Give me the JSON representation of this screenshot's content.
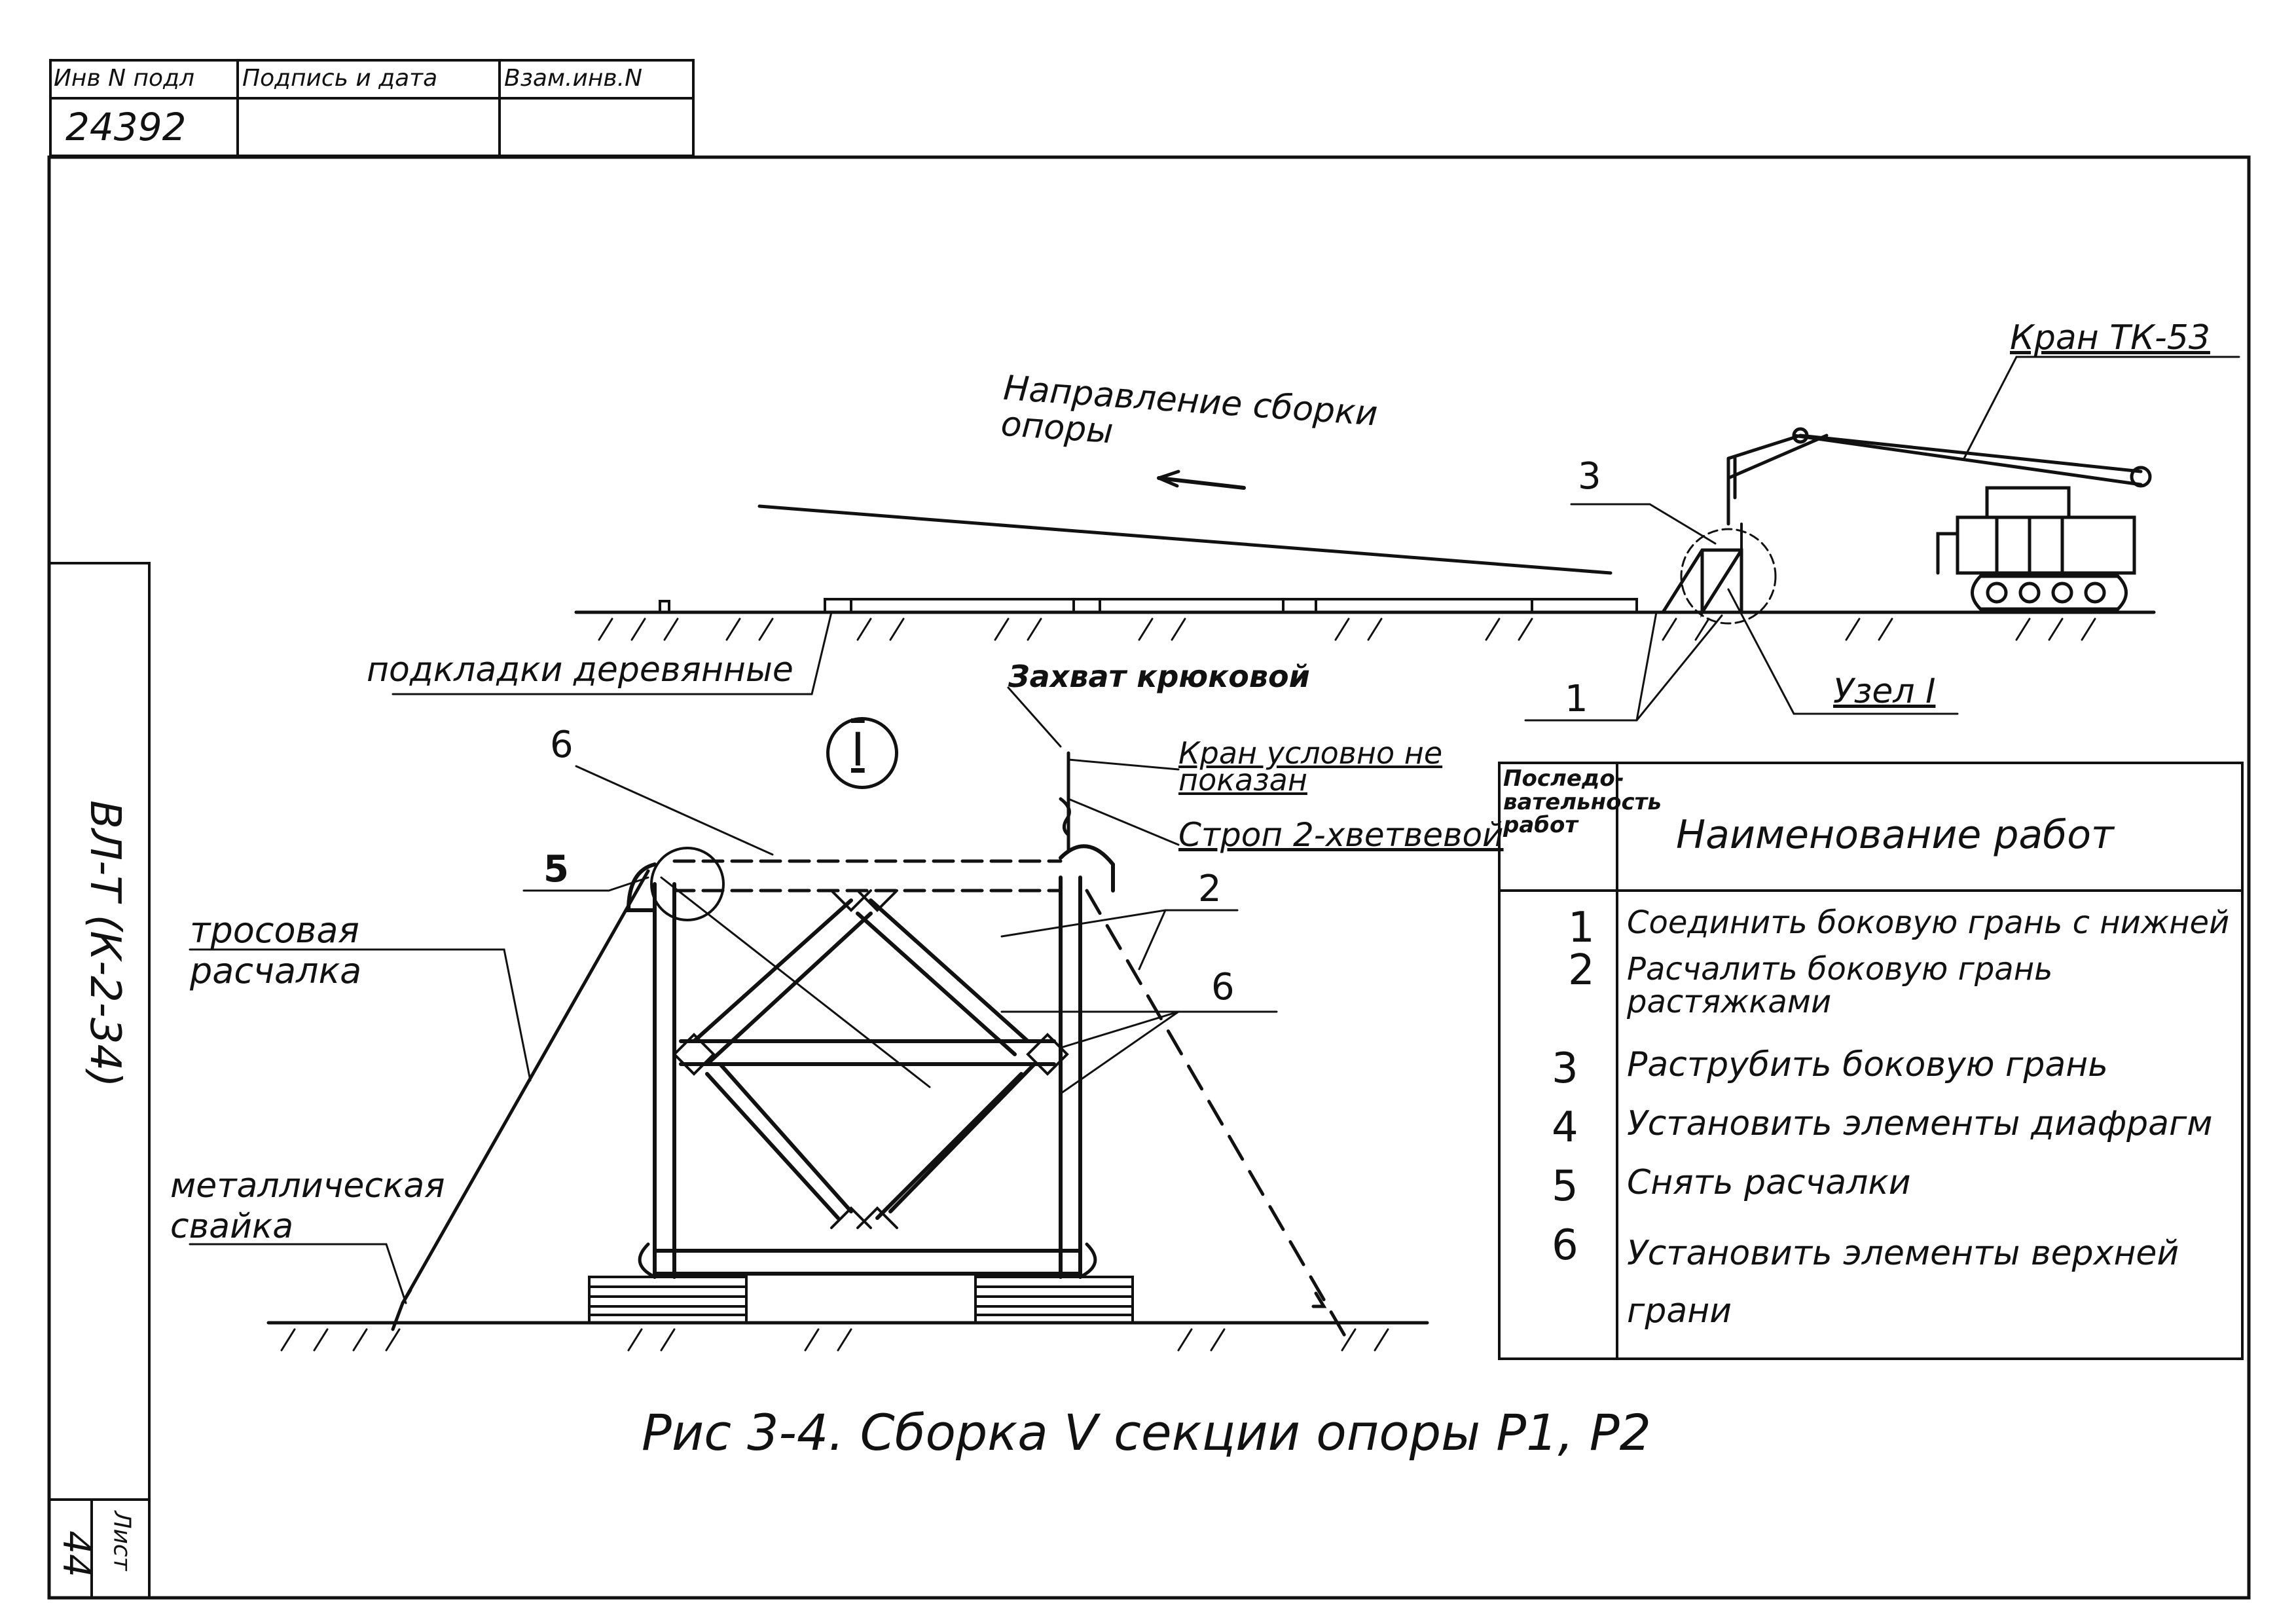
{
  "stamp": {
    "inv_label": "Инв N подл",
    "sign_label": "Подпись и дата",
    "replace_label": "Взам.инв.N",
    "inv_value": "24392"
  },
  "side": {
    "code": "ВЛ-Т (К-2-34)",
    "sheet_label": "Лист",
    "sheet_number": "44"
  },
  "labels": {
    "crane": "Кран ТК-53",
    "direction": "Направление сборки опоры",
    "callout_3": "3",
    "pads": "подкладки деревянные",
    "hook": "Захват крюковой",
    "node_label": "Узел I",
    "callout_1": "1",
    "node_circle": "I",
    "crane_not_shown": "Кран условно не показан",
    "sling": "Строп 2-хветвевой",
    "callout_6a": "6",
    "callout_5": "5",
    "callout_2": "2",
    "callout_6b": "6",
    "guy_rope": "тросовая расчалка",
    "metal_pile": "металлическая свайка"
  },
  "table": {
    "header_seq": "Последо-вательность работ",
    "header_name": "Наименование работ",
    "rows": [
      {
        "n": "1",
        "text": "Соединить боковую грань с нижней"
      },
      {
        "n": "2",
        "text": "Расчалить боковую грань растяжками"
      },
      {
        "n": "3",
        "text": "Раструбить боковую грань"
      },
      {
        "n": "4",
        "text": "Установить элементы диафрагм"
      },
      {
        "n": "5",
        "text": "Снять расчалки"
      },
      {
        "n": "6",
        "text": "Установить элементы верхней грани"
      }
    ]
  },
  "caption": "Рис 3-4. Сборка V секции опоры Р1, Р2"
}
